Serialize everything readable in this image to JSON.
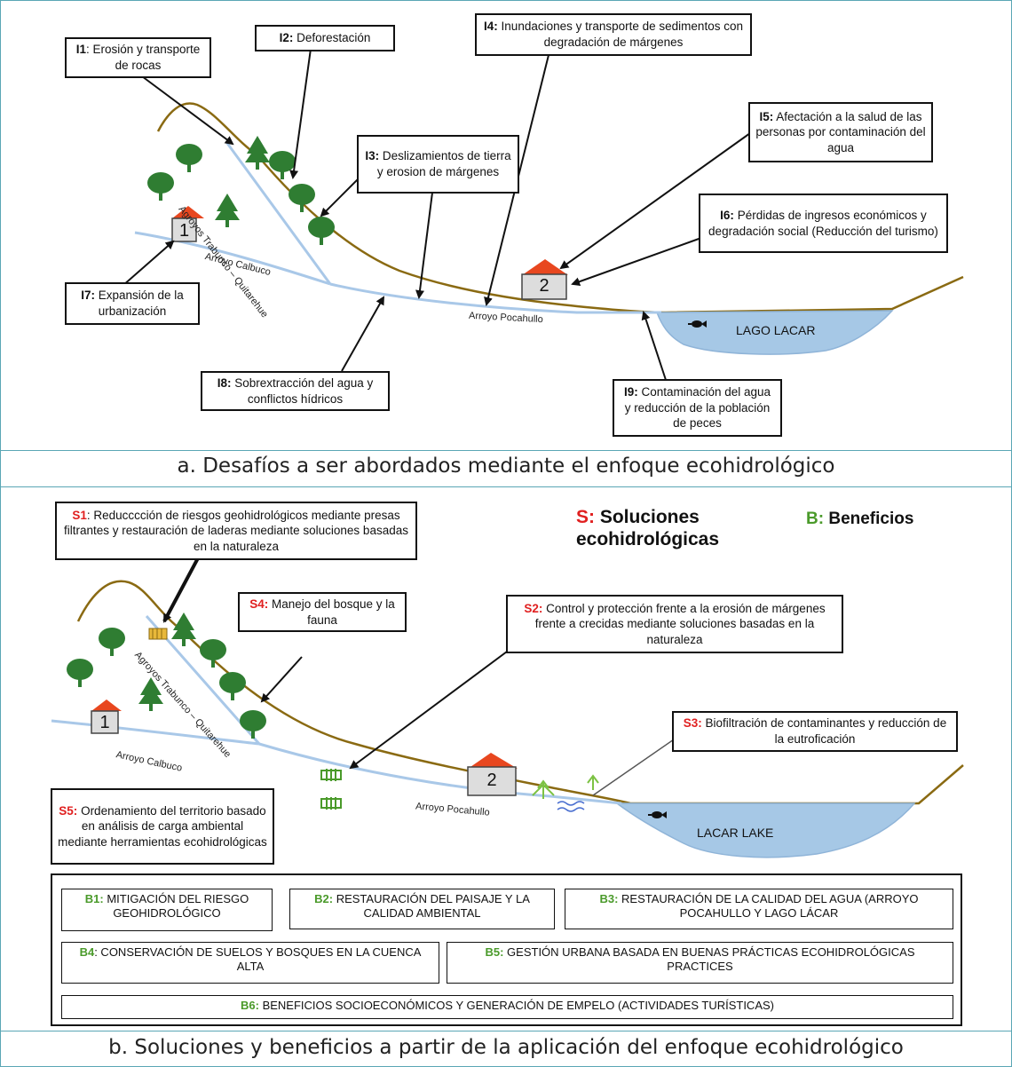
{
  "panel_a": {
    "caption": "a. Desafíos a ser abordados mediante el enfoque ecohidrológico",
    "labels": [
      {
        "code": "I1",
        "text": ": Erosión y transporte de rocas"
      },
      {
        "code": "I2:",
        "text": " Deforestación"
      },
      {
        "code": "I3:",
        "text": " Deslizamientos de tierra y erosion de márgenes"
      },
      {
        "code": "I4:",
        "text": " Inundaciones y transporte de sedimentos con degradación de márgenes"
      },
      {
        "code": "I5:",
        "text": " Afectación a la salud de las personas por contaminación del agua"
      },
      {
        "code": "I6:",
        "text": " Pérdidas de ingresos económicos y degradación social (Reducción del turismo)"
      },
      {
        "code": "I7:",
        "text": " Expansión de la urbanización"
      },
      {
        "code": "I8:",
        "text": " Sobrextracción del agua y conflictos hídricos"
      },
      {
        "code": "I9:",
        "text": " Contaminación del agua y reducción de la población de peces"
      }
    ],
    "streams": {
      "trabunco": "Agroyos Trabunco – Quitarehue",
      "calbuco": "Arroyo Calbuco",
      "pocahullo": "Arroyo Pocahullo"
    },
    "lake": "LAGO LACAR",
    "house1": "1",
    "house2": "2"
  },
  "panel_b": {
    "caption": "b. Soluciones y beneficios a partir de la aplicación del enfoque ecohidrológico",
    "legend": {
      "s_code": "S:",
      "s_text": " Soluciones ecohidrológicas",
      "b_code": "B:",
      "b_text": " Beneficios"
    },
    "solutions": [
      {
        "code": "S1",
        "text": ": Reducccción de riesgos geohidrológicos mediante presas filtrantes y restauración de laderas mediante soluciones basadas en la naturaleza"
      },
      {
        "code": "S2:",
        "text": " Control y protección frente a la erosión de márgenes frente a crecidas mediante soluciones basadas en la naturaleza"
      },
      {
        "code": "S3:",
        "text": " Biofiltración de contaminantes y reducción de la eutroficación"
      },
      {
        "code": "S4:",
        "text": " Manejo del bosque y la fauna"
      },
      {
        "code": "S5:",
        "text": " Ordenamiento del territorio basado en análisis de carga ambiental mediante herramientas ecohidrológicas"
      }
    ],
    "benefits": [
      {
        "code": "B1:",
        "text": " MITIGACIÓN DEL RIESGO GEOHIDROLÓGICO"
      },
      {
        "code": "B2:",
        "text": " RESTAURACIÓN DEL PAISAJE Y LA CALIDAD AMBIENTAL"
      },
      {
        "code": "B3:",
        "text": " RESTAURACIÓN DE LA CALIDAD DEL AGUA (ARROYO POCAHULLO Y LAGO LÁCAR"
      },
      {
        "code": "B4",
        "text": ": CONSERVACIÓN DE SUELOS Y BOSQUES EN LA CUENCA ALTA"
      },
      {
        "code": "B5:",
        "text": " GESTIÓN URBANA BASADA EN BUENAS PRÁCTICAS ECOHIDROLÓGICAS PRACTICES"
      },
      {
        "code": "B6:",
        "text": " BENEFICIOS SOCIOECONÓMICOS Y GENERACIÓN DE EMPELO (ACTIVIDADES TURÍSTICAS)"
      }
    ],
    "streams": {
      "trabunco": "Agroyos Trabunco – Quitarehue",
      "calbuco": "Arroyo Calbuco",
      "pocahullo": "Arroyo Pocahullo"
    },
    "lake": "LACAR LAKE",
    "house1": "1",
    "house2": "2"
  },
  "colors": {
    "hill": "#8a6a12",
    "stream": "#a9c8e8",
    "lake": "#a6c8e6",
    "tree": "#2f7d32",
    "roof": "#e8471f",
    "frame": "#5aa7b5"
  }
}
